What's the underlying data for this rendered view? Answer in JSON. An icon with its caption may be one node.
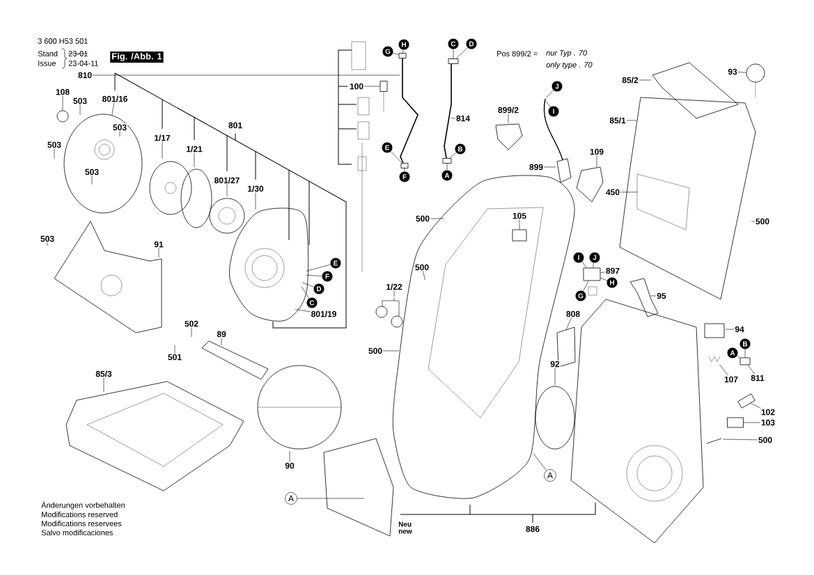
{
  "diagram": {
    "nodes": [
      {
        "text": [
          "108"
        ]
      },
      {
        "text": [
          "503"
        ]
      },
      {
        "text": [
          "801/16"
        ]
      },
      {
        "text": [
          "503"
        ],
        "in": 67
      },
      {
        "text": [
          "503"
        ]
      },
      {
        "text": [
          "503"
        ],
        "in": 67
      },
      {
        "text": [
          "1/17"
        ]
      },
      {
        "text": [
          "1/21"
        ]
      },
      {
        "text": [
          "801/27"
        ]
      },
      {
        "text": [
          "1/30"
        ]
      },
      {
        "text": [
          "503"
        ]
      },
      {
        "text": [
          "91"
        ]
      },
      {
        "text": [
          "E"
        ]
      },
      {
        "text": [
          "F"
        ]
      },
      {
        "text": [
          "D"
        ]
      },
      {
        "text": [
          "C"
        ]
      },
      {
        "text": [
          "801/19"
        ]
      },
      {
        "text": [
          "502"
        ]
      },
      {
        "text": [
          "501"
        ]
      },
      {
        "text": [
          "89"
        ]
      },
      {
        "text": [
          "85/3"
        ]
      },
      {
        "text": [
          "90"
        ]
      },
      {
        "text": [
          "A"
        ]
      },
      {
        "text": [
          "810"
        ]
      },
      {
        "text": [
          "100"
        ]
      },
      {
        "text": [
          "G"
        ]
      },
      {
        "text": [
          "H"
        ]
      },
      {
        "text": [
          "C"
        ]
      },
      {
        "text": [
          "D"
        ]
      },
      {
        "text": [
          "814"
        ]
      },
      {
        "text": [
          "E"
        ]
      },
      {
        "text": [
          "F"
        ]
      },
      {
        "text": [
          "B"
        ]
      },
      {
        "text": [
          "A"
        ]
      },
      {
        "text": [
          "899/2"
        ]
      },
      {
        "text": [
          "899"
        ]
      },
      {
        "text": [
          "J"
        ]
      },
      {
        "text": [
          "I"
        ]
      },
      {
        "text": [
          "109"
        ]
      },
      {
        "text": [
          "450"
        ]
      },
      {
        "text": [
          "85/2"
        ]
      },
      {
        "text": [
          "85/1"
        ]
      },
      {
        "text": [
          "93"
        ]
      },
      {
        "text": [
          "500"
        ]
      },
      {
        "text": [
          "105"
        ]
      },
      {
        "text": [
          "500"
        ]
      },
      {
        "text": [
          "500"
        ]
      },
      {
        "text": [
          "1/22"
        ]
      },
      {
        "text": [
          "500"
        ]
      },
      {
        "text": [
          "I"
        ]
      },
      {
        "text": [
          "J"
        ]
      },
      {
        "text": [
          "897"
        ]
      },
      {
        "text": [
          "G"
        ]
      },
      {
        "text": [
          "H"
        ]
      },
      {
        "text": [
          "95"
        ]
      },
      {
        "text": [
          "808"
        ]
      },
      {
        "text": [
          "92"
        ]
      },
      {
        "text": [
          "94"
        ]
      },
      {
        "text": [
          "A"
        ]
      },
      {
        "text": [
          "B"
        ]
      },
      {
        "text": [
          "107"
        ]
      },
      {
        "text": [
          "811"
        ]
      },
      {
        "text": [
          "102"
        ]
      },
      {
        "text": [
          "103"
        ]
      },
      {
        "text": [
          "500"
        ]
      },
      {
        "text": [
          "A"
        ]
      },
      {
        "text": [],
        "shape": "circle"
      },
      {
        "text": [],
        "shape": "circle"
      },
      {
        "text": [],
        "shape": "box"
      },
      {
        "text": [],
        "shape": "box"
      },
      {
        "text": [],
        "shape": "box"
      },
      {
        "text": [],
        "shape": "box"
      },
      {
        "text": [],
        "shape": "box"
      },
      {
        "text": [],
        "shape": "box"
      },
      {
        "text": [],
        "shape": "box"
      },
      {
        "text": [],
        "shape": "circle"
      },
      {
        "text": [],
        "shape": "box"
      },
      {
        "text": [],
        "shape": "box"
      },
      {
        "text": [],
        "shape": "box"
      }
    ],
    "edges": [
      {
        "from": 0,
        "to": 66,
        "arrow": "none"
      },
      {
        "from": 1,
        "to": null,
        "arrow": "none"
      },
      {
        "from": 2,
        "to": 67,
        "arrow": "none"
      },
      {
        "from": 3,
        "to": null,
        "arrow": "none"
      },
      {
        "from": 4,
        "to": null,
        "arrow": "none"
      },
      {
        "from": 5,
        "to": null,
        "arrow": "none"
      },
      {
        "from": 6,
        "to": null,
        "arrow": "none"
      },
      {
        "from": 7,
        "to": null,
        "arrow": "none"
      },
      {
        "from": 8,
        "to": null,
        "arrow": "none"
      },
      {
        "from": 9,
        "to": null,
        "arrow": "none"
      },
      {
        "from": 10,
        "to": null,
        "arrow": "none"
      },
      {
        "from": 11,
        "to": null,
        "arrow": "none"
      },
      {
        "from": 12,
        "to": null,
        "arrow": "none"
      },
      {
        "from": 13,
        "to": null,
        "arrow": "none"
      },
      {
        "from": 14,
        "to": null,
        "arrow": "none"
      },
      {
        "from": 15,
        "to": null,
        "arrow": "none"
      },
      {
        "from": 16,
        "to": null,
        "arrow": "none"
      },
      {
        "from": 17,
        "to": null,
        "arrow": "none"
      },
      {
        "from": 18,
        "to": null,
        "arrow": "none"
      },
      {
        "from": 19,
        "to": null,
        "arrow": "none"
      },
      {
        "from": 20,
        "to": null,
        "arrow": "none"
      },
      {
        "from": 21,
        "to": null,
        "arrow": "none"
      },
      {
        "from": 22,
        "to": null,
        "arrow": "none"
      },
      {
        "from": 23,
        "to": null,
        "arrow": "none"
      },
      {
        "from": 24,
        "to": 74,
        "arrow": "none"
      },
      {
        "from": 25,
        "to": 68,
        "arrow": "none"
      },
      {
        "from": 26,
        "to": 68,
        "arrow": "none"
      },
      {
        "from": 27,
        "to": 70,
        "arrow": "none"
      },
      {
        "from": 28,
        "to": 70,
        "arrow": "none"
      },
      {
        "from": 29,
        "to": null,
        "arrow": "none"
      },
      {
        "from": 30,
        "to": 69,
        "arrow": "none"
      },
      {
        "from": 31,
        "to": 69,
        "arrow": "none"
      },
      {
        "from": 32,
        "to": 71,
        "arrow": "none"
      },
      {
        "from": 33,
        "to": 71,
        "arrow": "none"
      },
      {
        "from": 34,
        "to": null,
        "arrow": "none"
      },
      {
        "from": 35,
        "to": null,
        "arrow": "none"
      },
      {
        "from": 36,
        "to": null,
        "arrow": "none"
      },
      {
        "from": 37,
        "to": null,
        "arrow": "none"
      },
      {
        "from": 38,
        "to": null,
        "arrow": "none"
      },
      {
        "from": 39,
        "to": null,
        "arrow": "none"
      },
      {
        "from": 40,
        "to": null,
        "arrow": "none"
      },
      {
        "from": 41,
        "to": null,
        "arrow": "none"
      },
      {
        "from": 42,
        "to": 75,
        "arrow": "none"
      },
      {
        "from": 43,
        "to": null,
        "arrow": "none"
      },
      {
        "from": 44,
        "to": 76,
        "arrow": "none"
      },
      {
        "from": 45,
        "to": null,
        "arrow": "none"
      },
      {
        "from": 46,
        "to": null,
        "arrow": "none"
      },
      {
        "from": 47,
        "to": null,
        "arrow": "none"
      },
      {
        "from": 48,
        "to": null,
        "arrow": "none"
      },
      {
        "from": 49,
        "to": 72,
        "arrow": "none"
      },
      {
        "from": 50,
        "to": 72,
        "arrow": "none"
      },
      {
        "from": 51,
        "to": 72,
        "arrow": "none"
      },
      {
        "from": 52,
        "to": 72,
        "arrow": "none"
      },
      {
        "from": 53,
        "to": 72,
        "arrow": "none"
      },
      {
        "from": 54,
        "to": null,
        "arrow": "none"
      },
      {
        "from": 55,
        "to": null,
        "arrow": "none"
      },
      {
        "from": 56,
        "to": null,
        "arrow": "none"
      },
      {
        "from": 57,
        "to": null,
        "arrow": "none"
      },
      {
        "from": 58,
        "to": 73,
        "arrow": "none"
      },
      {
        "from": 59,
        "to": 73,
        "arrow": "none"
      },
      {
        "from": 60,
        "to": null,
        "arrow": "none"
      },
      {
        "from": 61,
        "to": 73,
        "arrow": "none"
      },
      {
        "from": 62,
        "to": 77,
        "arrow": "none"
      },
      {
        "from": 63,
        "to": 78,
        "arrow": "none"
      },
      {
        "from": 64,
        "to": null,
        "arrow": "none"
      },
      {
        "from": 65,
        "to": null,
        "arrow": "none"
      }
    ],
    "labels": [
      "3 600 H53 501",
      "Stand",
      "Issue",
      "23-01",
      "23-04-11",
      "Fig. /Abb. 1",
      "801",
      "Pos 899/2 =",
      "nur Typ . 70",
      "only type . 70",
      "Neu new",
      "886",
      "Änderungen vorbehalten",
      "Modifications reserved",
      "Modifications reservees",
      "Salvo modificaciones"
    ]
  }
}
